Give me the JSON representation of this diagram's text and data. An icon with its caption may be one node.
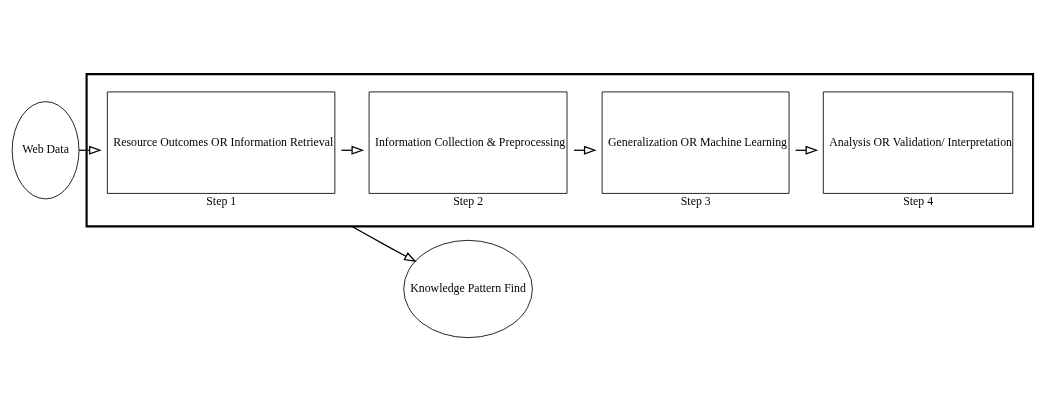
{
  "diagram": {
    "nodes": [
      {
        "text": [
          "Web Data"
        ]
      },
      {
        "text": [],
        "shape": "arrow"
      },
      {
        "text": [
          "Resource Outcomes OR Information Retrieval"
        ],
        "in": 1,
        "beside": [
          "Step 1"
        ]
      },
      {
        "text": [
          "Information Collection & Preprocessing"
        ],
        "in": 1,
        "beside": [
          "Step 2"
        ]
      },
      {
        "text": [
          "Generalization OR Machine Learning"
        ],
        "in": 1,
        "beside": [
          "Step 3"
        ]
      },
      {
        "text": [
          "Analysis OR Validation/ Interpretation"
        ],
        "in": 1,
        "beside": [
          "Step 4"
        ]
      },
      {
        "text": [
          "Knowledge Pattern Find"
        ]
      }
    ],
    "edges": [
      {
        "from": 0,
        "to": 2,
        "arrow": "to"
      },
      {
        "from": 2,
        "to": 3,
        "arrow": "to"
      },
      {
        "from": 3,
        "to": 4,
        "arrow": "to"
      },
      {
        "from": 4,
        "to": 5,
        "arrow": "to"
      },
      {
        "from": 1,
        "to": 6,
        "arrow": "to"
      }
    ]
  }
}
